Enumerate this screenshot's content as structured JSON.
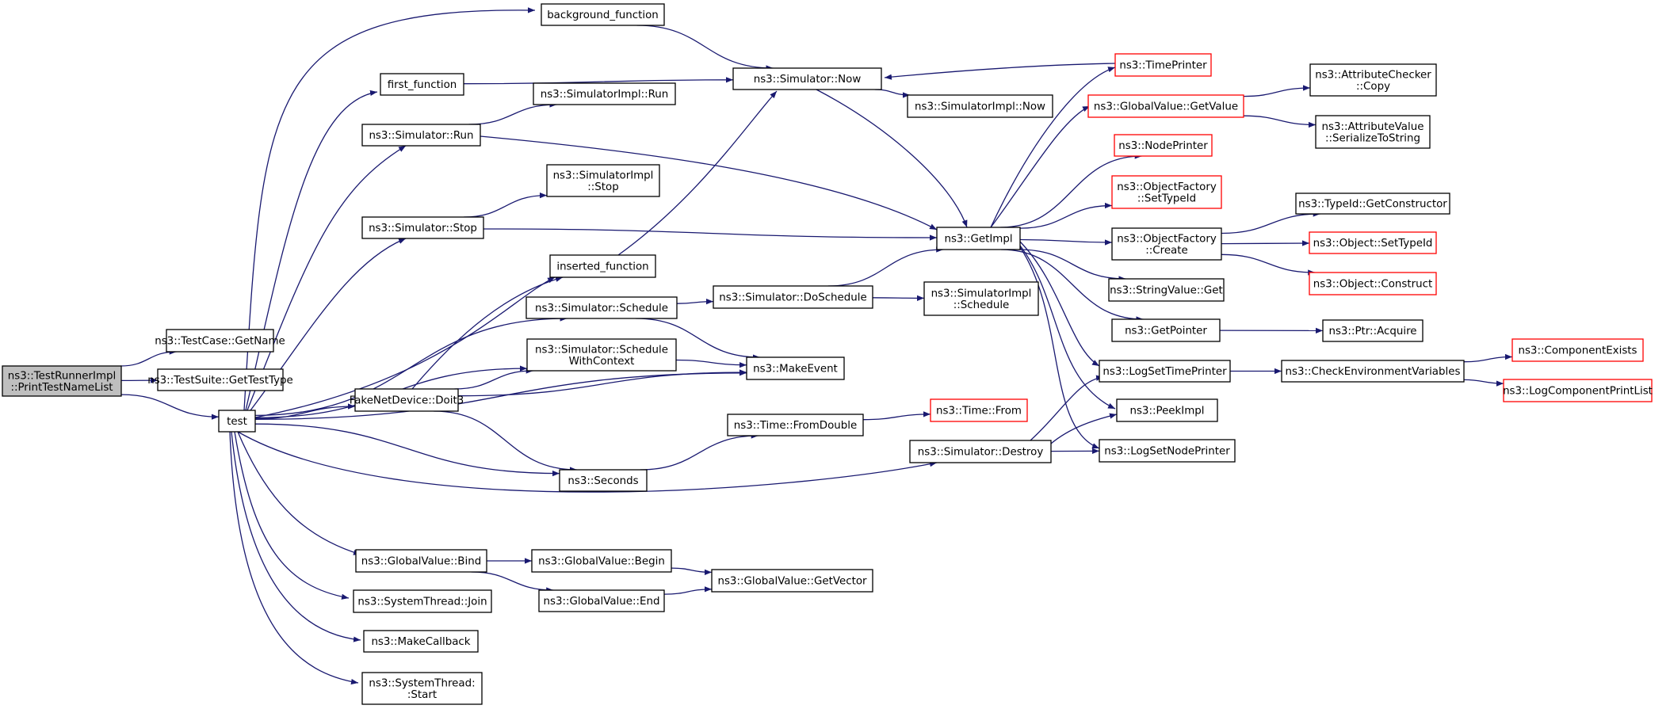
{
  "colors": {
    "edge": "#191970",
    "node_border": "#000000",
    "undocumented_border": "#ff0000",
    "focus_fill": "#bfbfbf",
    "node_fill": "#ffffff"
  },
  "nodes": [
    {
      "id": "n0",
      "lines": [
        "ns3::TestRunnerImpl",
        "::PrintTestNameList"
      ],
      "style": "focus"
    },
    {
      "id": "n1",
      "lines": [
        "ns3::TestCase::GetName"
      ],
      "style": "normal"
    },
    {
      "id": "n2",
      "lines": [
        "ns3::TestSuite::GetTestType"
      ],
      "style": "normal"
    },
    {
      "id": "n3",
      "lines": [
        "test"
      ],
      "style": "normal"
    },
    {
      "id": "n4",
      "lines": [
        "background_function"
      ],
      "style": "normal"
    },
    {
      "id": "n5",
      "lines": [
        "ns3::Simulator::Now"
      ],
      "style": "normal"
    },
    {
      "id": "n6",
      "lines": [
        "ns3::GetImpl"
      ],
      "style": "normal"
    },
    {
      "id": "n7",
      "lines": [
        "ns3::GlobalValue::GetValue"
      ],
      "style": "red"
    },
    {
      "id": "n8",
      "lines": [
        "ns3::AttributeChecker",
        "::Copy"
      ],
      "style": "normal"
    },
    {
      "id": "n9",
      "lines": [
        "ns3::AttributeValue",
        "::SerializeToString"
      ],
      "style": "normal"
    },
    {
      "id": "n10",
      "lines": [
        "ns3::LogSetNodePrinter"
      ],
      "style": "normal"
    },
    {
      "id": "n11",
      "lines": [
        "ns3::LogSetTimePrinter"
      ],
      "style": "normal"
    },
    {
      "id": "n12",
      "lines": [
        "ns3::CheckEnvironmentVariables"
      ],
      "style": "normal"
    },
    {
      "id": "n13",
      "lines": [
        "ns3::ComponentExists"
      ],
      "style": "red"
    },
    {
      "id": "n14",
      "lines": [
        "ns3::LogComponentPrintList"
      ],
      "style": "red"
    },
    {
      "id": "n15",
      "lines": [
        "ns3::TimePrinter"
      ],
      "style": "red"
    },
    {
      "id": "n16",
      "lines": [
        "ns3::NodePrinter"
      ],
      "style": "red"
    },
    {
      "id": "n17",
      "lines": [
        "ns3::ObjectFactory",
        "::SetTypeId"
      ],
      "style": "red"
    },
    {
      "id": "n18",
      "lines": [
        "ns3::ObjectFactory",
        "::Create"
      ],
      "style": "normal"
    },
    {
      "id": "n19",
      "lines": [
        "ns3::TypeId::GetConstructor"
      ],
      "style": "normal"
    },
    {
      "id": "n20",
      "lines": [
        "ns3::Object::SetTypeId"
      ],
      "style": "red"
    },
    {
      "id": "n21",
      "lines": [
        "ns3::Object::Construct"
      ],
      "style": "red"
    },
    {
      "id": "n22",
      "lines": [
        "ns3::StringValue::Get"
      ],
      "style": "normal"
    },
    {
      "id": "n23",
      "lines": [
        "ns3::GetPointer"
      ],
      "style": "normal"
    },
    {
      "id": "n24",
      "lines": [
        "ns3::Ptr::Acquire"
      ],
      "style": "normal"
    },
    {
      "id": "n25",
      "lines": [
        "ns3::PeekImpl"
      ],
      "style": "normal"
    },
    {
      "id": "n26",
      "lines": [
        "ns3::SimulatorImpl::Now"
      ],
      "style": "normal"
    },
    {
      "id": "n27",
      "lines": [
        "FakeNetDevice::Doit3"
      ],
      "style": "normal"
    },
    {
      "id": "n28",
      "lines": [
        "inserted_function"
      ],
      "style": "normal"
    },
    {
      "id": "n29",
      "lines": [
        "ns3::MakeEvent"
      ],
      "style": "normal"
    },
    {
      "id": "n30",
      "lines": [
        "ns3::Seconds"
      ],
      "style": "normal"
    },
    {
      "id": "n31",
      "lines": [
        "ns3::Time::FromDouble"
      ],
      "style": "normal"
    },
    {
      "id": "n32",
      "lines": [
        "ns3::Time::From"
      ],
      "style": "red"
    },
    {
      "id": "n33",
      "lines": [
        "ns3::Simulator::Schedule",
        "WithContext"
      ],
      "style": "normal"
    },
    {
      "id": "n34",
      "lines": [
        "first_function"
      ],
      "style": "normal"
    },
    {
      "id": "n35",
      "lines": [
        "ns3::GlobalValue::Bind"
      ],
      "style": "normal"
    },
    {
      "id": "n36",
      "lines": [
        "ns3::GlobalValue::Begin"
      ],
      "style": "normal"
    },
    {
      "id": "n37",
      "lines": [
        "ns3::GlobalValue::GetVector"
      ],
      "style": "normal"
    },
    {
      "id": "n38",
      "lines": [
        "ns3::GlobalValue::End"
      ],
      "style": "normal"
    },
    {
      "id": "n39",
      "lines": [
        "ns3::MakeCallback"
      ],
      "style": "normal"
    },
    {
      "id": "n40",
      "lines": [
        "ns3::Simulator::Destroy"
      ],
      "style": "normal"
    },
    {
      "id": "n41",
      "lines": [
        "ns3::Simulator::Run"
      ],
      "style": "normal"
    },
    {
      "id": "n42",
      "lines": [
        "ns3::SimulatorImpl::Run"
      ],
      "style": "normal"
    },
    {
      "id": "n43",
      "lines": [
        "ns3::Simulator::Schedule"
      ],
      "style": "normal"
    },
    {
      "id": "n44",
      "lines": [
        "ns3::Simulator::DoSchedule"
      ],
      "style": "normal"
    },
    {
      "id": "n45",
      "lines": [
        "ns3::SimulatorImpl",
        "::Schedule"
      ],
      "style": "normal"
    },
    {
      "id": "n46",
      "lines": [
        "ns3::Simulator::Stop"
      ],
      "style": "normal"
    },
    {
      "id": "n47",
      "lines": [
        "ns3::SimulatorImpl",
        "::Stop"
      ],
      "style": "normal"
    },
    {
      "id": "n48",
      "lines": [
        "ns3::SystemThread::Join"
      ],
      "style": "normal"
    },
    {
      "id": "n49",
      "lines": [
        "ns3::SystemThread:",
        ":Start"
      ],
      "style": "normal"
    }
  ],
  "edges": [
    [
      "n0",
      "n1"
    ],
    [
      "n0",
      "n2"
    ],
    [
      "n0",
      "n3"
    ],
    [
      "n3",
      "n4"
    ],
    [
      "n3",
      "n34"
    ],
    [
      "n3",
      "n41"
    ],
    [
      "n3",
      "n46"
    ],
    [
      "n3",
      "n28"
    ],
    [
      "n3",
      "n43"
    ],
    [
      "n3",
      "n33"
    ],
    [
      "n3",
      "n29"
    ],
    [
      "n3",
      "n27"
    ],
    [
      "n3",
      "n30"
    ],
    [
      "n3",
      "n40"
    ],
    [
      "n3",
      "n35"
    ],
    [
      "n3",
      "n48"
    ],
    [
      "n3",
      "n39"
    ],
    [
      "n3",
      "n49"
    ],
    [
      "n4",
      "n5"
    ],
    [
      "n34",
      "n5"
    ],
    [
      "n28",
      "n5"
    ],
    [
      "n15",
      "n5"
    ],
    [
      "n5",
      "n26"
    ],
    [
      "n5",
      "n6"
    ],
    [
      "n41",
      "n42"
    ],
    [
      "n41",
      "n6"
    ],
    [
      "n46",
      "n47"
    ],
    [
      "n46",
      "n6"
    ],
    [
      "n44",
      "n6"
    ],
    [
      "n44",
      "n45"
    ],
    [
      "n43",
      "n44"
    ],
    [
      "n43",
      "n29"
    ],
    [
      "n33",
      "n29"
    ],
    [
      "n27",
      "n28"
    ],
    [
      "n27",
      "n33"
    ],
    [
      "n27",
      "n29"
    ],
    [
      "n27",
      "n30"
    ],
    [
      "n30",
      "n31"
    ],
    [
      "n31",
      "n32"
    ],
    [
      "n6",
      "n15"
    ],
    [
      "n6",
      "n7"
    ],
    [
      "n6",
      "n16"
    ],
    [
      "n6",
      "n17"
    ],
    [
      "n6",
      "n18"
    ],
    [
      "n6",
      "n22"
    ],
    [
      "n6",
      "n23"
    ],
    [
      "n6",
      "n11"
    ],
    [
      "n6",
      "n25"
    ],
    [
      "n6",
      "n10"
    ],
    [
      "n7",
      "n8"
    ],
    [
      "n7",
      "n9"
    ],
    [
      "n18",
      "n19"
    ],
    [
      "n18",
      "n20"
    ],
    [
      "n18",
      "n21"
    ],
    [
      "n23",
      "n24"
    ],
    [
      "n11",
      "n12"
    ],
    [
      "n12",
      "n13"
    ],
    [
      "n12",
      "n14"
    ],
    [
      "n40",
      "n11"
    ],
    [
      "n40",
      "n25"
    ],
    [
      "n40",
      "n10"
    ],
    [
      "n35",
      "n36"
    ],
    [
      "n35",
      "n38"
    ],
    [
      "n36",
      "n37"
    ],
    [
      "n38",
      "n37"
    ]
  ]
}
